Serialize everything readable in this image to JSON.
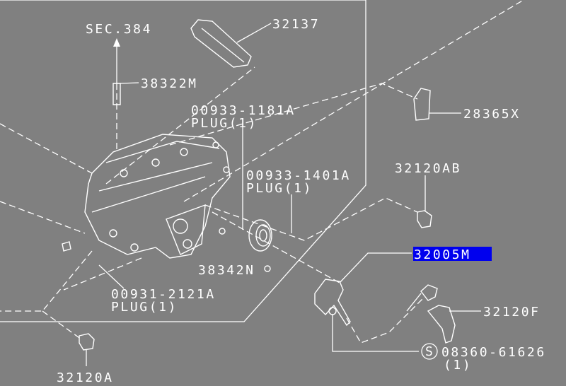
{
  "diagram": {
    "section_ref": "SEC.384",
    "labels": {
      "p32137": "32137",
      "p38322M": "38322M",
      "p00933_1181A": "00933-1181A",
      "plug1": "PLUG(1)",
      "p28365X": "28365X",
      "p32120AB": "32120AB",
      "p00933_1401A": "00933-1401A",
      "plug2": "PLUG(1)",
      "p32005M": "32005M",
      "p38342N": "38342N",
      "p00931_2121A": "00931-2121A",
      "plug3": "PLUG(1)",
      "p32120F": "32120F",
      "s_symbol": "S",
      "p08360_61626": "08360-61626",
      "qty": "(1)",
      "p32120A": "32120A"
    },
    "colors": {
      "background": "#808080",
      "line": "#ffffff",
      "highlight": "#0000ee"
    }
  }
}
